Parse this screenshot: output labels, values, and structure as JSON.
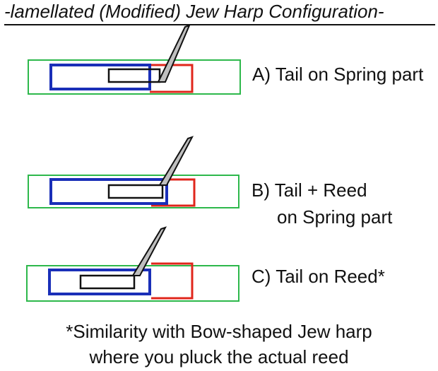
{
  "title": "-lamellated (Modified) Jew Harp Configuration-",
  "configs": [
    {
      "label": "A) Tail on Spring part",
      "label_line2": ""
    },
    {
      "label": "B) Tail + Reed",
      "label_line2": "on Spring part"
    },
    {
      "label": "C) Tail on Reed*",
      "label_line2": ""
    }
  ],
  "footnote": {
    "line1": "*Similarity with Bow-shaped Jew harp",
    "line2": "where you pluck the actual reed"
  },
  "colors": {
    "frame": "#2db84b",
    "spring": "#1a2fb8",
    "reed": "#e0261b",
    "tail": "#111111"
  }
}
